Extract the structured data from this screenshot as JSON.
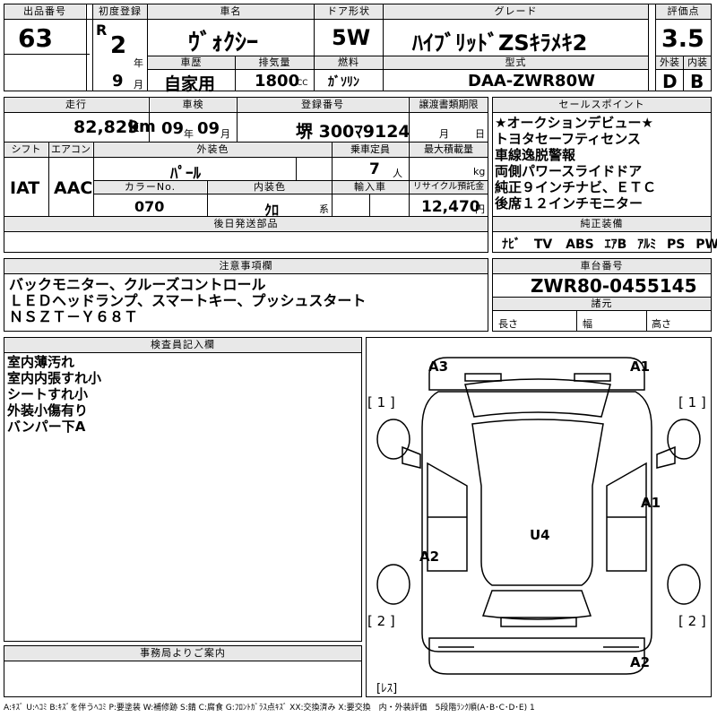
{
  "top": {
    "lot_label": "出品番号",
    "lot": "63",
    "first_reg_label": "初度登録",
    "era": "R",
    "reg_year": "2",
    "year_unit": "年",
    "reg_month": "9",
    "month_unit": "月",
    "car_name_label": "車名",
    "car_name": "ｳﾞｫｸｼｰ",
    "door_label": "ドア形状",
    "door": "5W",
    "grade_label": "グレード",
    "grade": "ﾊｲﾌﾞﾘｯﾄﾞZSｷﾗﾒｷ2",
    "score_label": "評価点",
    "score": "3.5",
    "history_label": "車歴",
    "history": "自家用",
    "displacement_label": "排気量",
    "displacement": "1800",
    "cc": "CC",
    "fuel_label": "燃料",
    "fuel": "ｶﾞｿﾘﾝ",
    "model_label": "型式",
    "model": "DAA-ZWR80W",
    "exterior_label": "外装",
    "exterior": "D",
    "interior_label": "内装",
    "interior": "B"
  },
  "mid": {
    "mileage_label": "走行",
    "mileage": "82,829",
    "km": "km",
    "inspection_label": "車検",
    "insp_year": "09",
    "insp_month": "09",
    "year_unit": "年",
    "month_unit": "月",
    "plate_label": "登録番号",
    "plate": "堺 300ﾏ9124",
    "transfer_label": "譲渡書類期限",
    "transfer_month": "月",
    "transfer_day": "日",
    "shift_label": "シフト",
    "shift": "IAT",
    "ac_label": "エアコン",
    "ac": "AAC",
    "color_label": "外装色",
    "color": "ﾊﾟｰﾙ",
    "capacity_label": "乗車定員",
    "capacity": "7",
    "capacity_unit": "人",
    "load_label": "最大積載量",
    "load_unit": "kg",
    "color_no_label": "カラーNo.",
    "color_no": "070",
    "int_color_label": "内装色",
    "int_color": "ｸﾛ",
    "int_color_unit": "系",
    "import_label": "輸入車",
    "recycle_label": "リサイクル預託金",
    "recycle": "12,470",
    "yen": "円",
    "later_label": "後日発送部品"
  },
  "sales_points": {
    "label": "セールスポイント",
    "items": [
      "★オークションデビュー★",
      "トヨタセーフティセンス",
      "車線逸脱警報",
      "両側パワースライドドア",
      "純正９インチナビ、ＥＴＣ",
      "後席１２インチモニター"
    ]
  },
  "equipment": {
    "label": "純正装備",
    "items": [
      "ﾅﾋﾞ",
      "TV",
      "ABS",
      "ｴｱB",
      "ｱﾙﾐ",
      "PS",
      "PW"
    ]
  },
  "notes": {
    "label": "注意事項欄",
    "lines": [
      "バックモニター、クルーズコントロール",
      "ＬＥＤヘッドランプ、スマートキー、プッシュスタート",
      "ＮＳＺＴ－Ｙ６８Ｔ"
    ]
  },
  "chassis": {
    "label": "車台番号",
    "number": "ZWR80-0455145",
    "dims_label": "諸元",
    "length_label": "長さ",
    "width_label": "幅",
    "height_label": "高さ"
  },
  "inspector": {
    "label": "検査員記入欄",
    "lines": [
      "室内薄汚れ",
      "室内内張すれ小",
      "シートすれ小",
      "外装小傷有り",
      "バンパー下A"
    ]
  },
  "office": {
    "label": "事務局よりご案内"
  },
  "diagram": {
    "a3": "A3",
    "a1_top": "A1",
    "a1_side": "A1",
    "u4": "U4",
    "a2_left": "A2",
    "a2_bottom": "A2",
    "b1_left": "[ 1 ]",
    "b1_right": "[ 1 ]",
    "b2_left": "[ 2 ]",
    "b2_right": "[ 2 ]",
    "res": "[ﾚｽ]"
  },
  "legend": "A:ｷｽﾞ U:ﾍｺﾐ B:ｷｽﾞを伴うﾍｺﾐ P:要塗装 W:補修跡 S:錆 C:腐食 G:ﾌﾛﾝﾄｶﾞﾗｽ点ｷｽﾞ XX:交換済み X:要交換　内・外装評価　5段階ﾗﾝｸ順(A･B･C･D･E) 1"
}
